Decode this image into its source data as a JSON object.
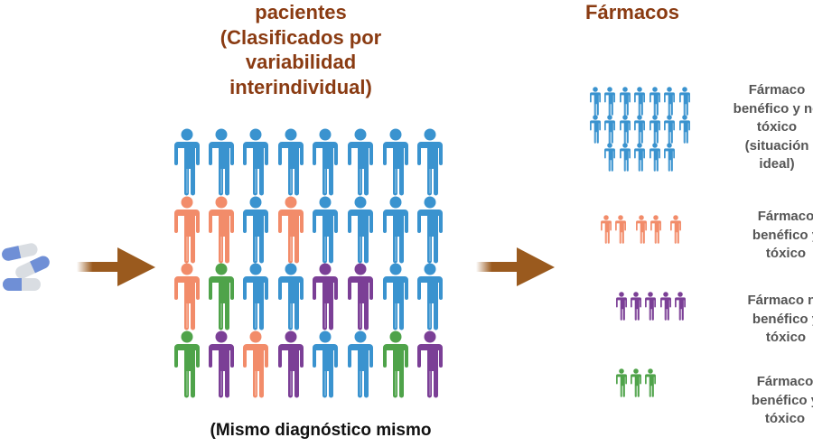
{
  "patients_title": {
    "lines": [
      "pacientes",
      "(Clasificados por",
      "variabilidad",
      "interindividual)"
    ]
  },
  "drugs_title": {
    "lines": [
      "Fármacos"
    ]
  },
  "footer": "(Mismo diagnóstico mismo",
  "colors": {
    "blue": "#3a93cf",
    "orange": "#f28c6a",
    "green": "#4fa34a",
    "purple": "#7b3f96",
    "title": "#8a3b12",
    "arrow": "#9a5a1e"
  },
  "patient_grid": [
    [
      "blue",
      "blue",
      "blue",
      "blue",
      "blue",
      "blue",
      "blue",
      "blue"
    ],
    [
      "orange",
      "orange",
      "blue",
      "orange",
      "blue",
      "blue",
      "blue",
      "blue"
    ],
    [
      "orange",
      "green",
      "blue",
      "blue",
      "purple",
      "purple",
      "blue",
      "blue"
    ],
    [
      "green",
      "purple",
      "orange",
      "purple",
      "blue",
      "blue",
      "green",
      "purple"
    ]
  ],
  "outcomes": [
    {
      "color": "blue",
      "count": 19,
      "label": [
        "Fármaco",
        "benéfico y no",
        "tóxico",
        "(situación",
        "ideal)"
      ]
    },
    {
      "color": "orange",
      "count": 5,
      "label": [
        "Fármaco",
        "benéfico y",
        "tóxico"
      ]
    },
    {
      "color": "purple",
      "count": 5,
      "label": [
        "Fármaco no",
        "benéfico y",
        "tóxico"
      ]
    },
    {
      "color": "green",
      "count": 3,
      "label": [
        "Fármaco",
        "benéfico y",
        "tóxico"
      ]
    }
  ],
  "icons": {
    "pills": "pills-icon",
    "arrow": "arrow-right-icon",
    "person": "person-icon"
  }
}
